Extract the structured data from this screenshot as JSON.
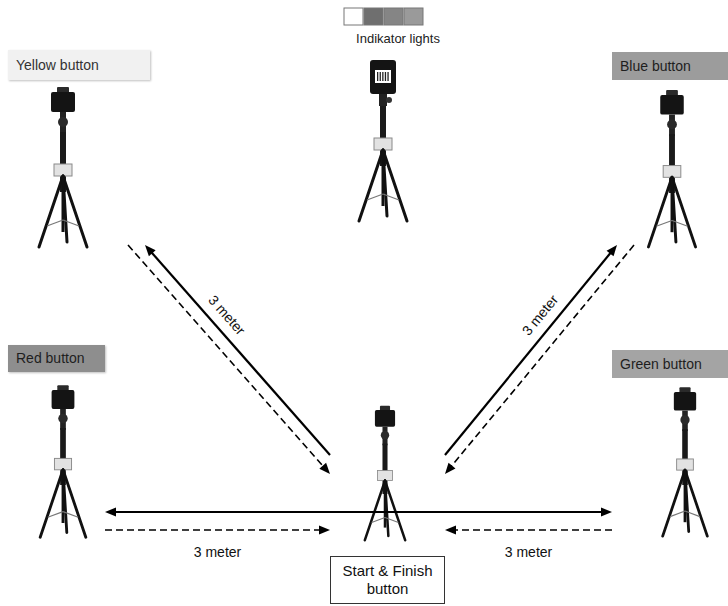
{
  "diagram": {
    "nodes": [
      {
        "text": [
          "Yellow button"
        ]
      },
      {
        "text": [
          "Blue button"
        ]
      },
      {
        "text": [
          "Red button"
        ]
      },
      {
        "text": [
          "Green button"
        ]
      },
      {
        "text": [
          "Start & Finish button"
        ]
      }
    ],
    "edges": [
      {
        "from": 4,
        "to": 0,
        "arrow": "to",
        "label": "3 meter"
      },
      {
        "from": 0,
        "to": 4,
        "arrow": "to"
      },
      {
        "from": 4,
        "to": 1,
        "arrow": "to",
        "label": "3 meter"
      },
      {
        "from": 1,
        "to": 4,
        "arrow": "to"
      },
      {
        "from": 2,
        "to": 3,
        "arrow": "both"
      },
      {
        "from": 2,
        "to": 4,
        "arrow": "to",
        "label": "3 meter"
      },
      {
        "from": 3,
        "to": 4,
        "arrow": "to",
        "label": "3 meter"
      }
    ],
    "labels": [
      "Indikator lights"
    ]
  }
}
